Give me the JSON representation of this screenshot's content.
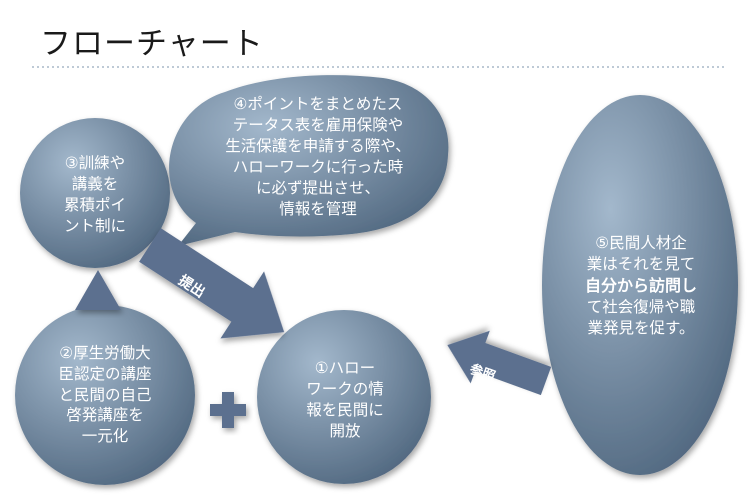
{
  "title": "フローチャート",
  "colors": {
    "node_light": "#a3b8cc",
    "node_dark": "#536a82",
    "arrow_fill": "#5b6f8f",
    "divider": "#a8b9c8",
    "text": "#ffffff"
  },
  "nodes": {
    "n1": "①ハロー\nワークの情\n報を民間に\n開放",
    "n2": "②厚生労働大\n臣認定の講座\nと民間の自己\n啓発講座を\n一元化",
    "n3": "③訓練や\n講義を\n累積ポイ\nント制に",
    "n4": "④ポイントをまとめたス\nテータス表を雇用保険や\n生活保護を申請する際や、\nハローワークに行った時\nに必ず提出させ、\n情報を管理",
    "n5": {
      "line1": "⑤民間人材企",
      "line2": "業はそれを見て",
      "bold": "自分から訪問し",
      "line4": "て社会復帰や職",
      "line5": "業発見を促す。"
    }
  },
  "arrows": {
    "teishutsu": "提出",
    "sansho": "参照"
  },
  "icons": {
    "plus": "plus-icon",
    "triangle": "triangle-up-icon"
  }
}
